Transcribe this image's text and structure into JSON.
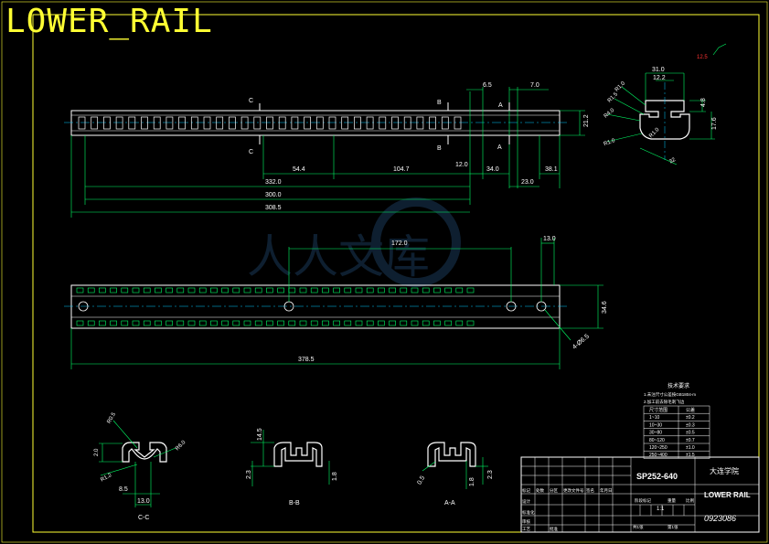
{
  "heading": "LOWER_RAIL",
  "colors": {
    "background": "#000000",
    "frame": "#ffff33",
    "outline": "#ffffff",
    "dimension": "#00ff66",
    "center": "#00ccff",
    "table": "#ffffff"
  },
  "top_view": {
    "dims": {
      "d1": "54.4",
      "d2": "104.7",
      "d3": "332.0",
      "d4": "300.0",
      "d5": "308.5",
      "d6": "12.0",
      "d7": "34.0",
      "d8": "23.0",
      "d9": "38.1",
      "d10": "6.5",
      "d11": "7.0",
      "height": "21.2"
    },
    "section_marks": {
      "c": "C",
      "b": "B",
      "a": "A"
    }
  },
  "bottom_view": {
    "dims": {
      "d1": "172.0",
      "d2": "13.0",
      "height": "34.6",
      "total": "378.5",
      "hole": "4-Ø6.5"
    }
  },
  "profile_top_right": {
    "dims": {
      "w": "31.0",
      "w2": "12.2",
      "h1": "4.8",
      "h2": "17.6",
      "r1": "R1.0",
      "r2": "R1.5",
      "r3": "R4.0",
      "r4": "R1.0",
      "r5": "R1.0",
      "s": "32"
    },
    "roughness": "12.5"
  },
  "sections": {
    "cc": {
      "label": "C-C",
      "dims": {
        "r": "R0.5",
        "a": "2.0",
        "b": "R6.0",
        "c": "R1.2",
        "d": "8.5",
        "e": "13.0"
      }
    },
    "bb": {
      "label": "B-B",
      "dims": {
        "a": "14.5",
        "b": "2.3",
        "c": "1.8"
      }
    },
    "aa": {
      "label": "A-A",
      "dims": {
        "a": "1.8",
        "b": "2.3",
        "c": "0.5"
      }
    }
  },
  "tolerance_table": {
    "title": "技术要求",
    "notes": [
      "1.未注尺寸公差按GB1804-m",
      "2.加工前去除毛刺飞边"
    ],
    "header": [
      "尺寸范围",
      "公差"
    ],
    "rows": [
      [
        "1~10",
        "±0.2"
      ],
      [
        "10~30",
        "±0.3"
      ],
      [
        "30~80",
        "±0.5"
      ],
      [
        "80~120",
        "±0.7"
      ],
      [
        "120~250",
        "±1.0"
      ],
      [
        "250~400",
        "±1.5"
      ]
    ]
  },
  "title_block": {
    "part_code": "SP252-640",
    "school": "大连学院",
    "part_name": "LOWER RAIL",
    "drawing_no": "0923086",
    "cells": [
      "标记",
      "处数",
      "分区",
      "更改文件号",
      "签名",
      "年月日",
      "设计",
      "标准化",
      "阶段标记",
      "重量",
      "比例",
      "审核",
      "工艺",
      "批准",
      "共1张",
      "第1张"
    ],
    "scale": "1:1"
  },
  "watermark": "人人文库"
}
